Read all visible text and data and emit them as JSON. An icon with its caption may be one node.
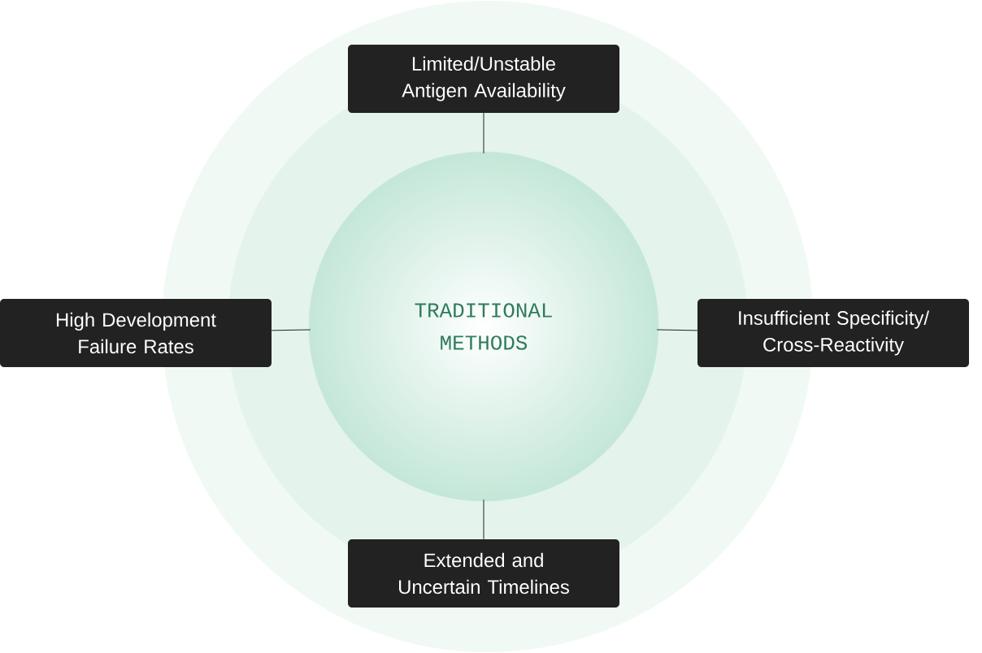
{
  "diagram": {
    "nodes": [
      {
        "text": [
          "Limited/Unstable Antigen Availability"
        ]
      },
      {
        "text": [
          "High Development Failure Rates"
        ]
      },
      {
        "text": [
          "TRADITIONAL METHODS"
        ]
      },
      {
        "text": [
          "Insufficient Specificity/ Cross-Reactivity"
        ]
      },
      {
        "text": [
          "Extended and Uncertain Timelines"
        ]
      }
    ],
    "edges": [
      {
        "from": 0,
        "to": 2,
        "arrow": "none"
      },
      {
        "from": 1,
        "to": 2,
        "arrow": "none"
      },
      {
        "from": 3,
        "to": 2,
        "arrow": "none"
      },
      {
        "from": 4,
        "to": 2,
        "arrow": "none"
      }
    ]
  }
}
